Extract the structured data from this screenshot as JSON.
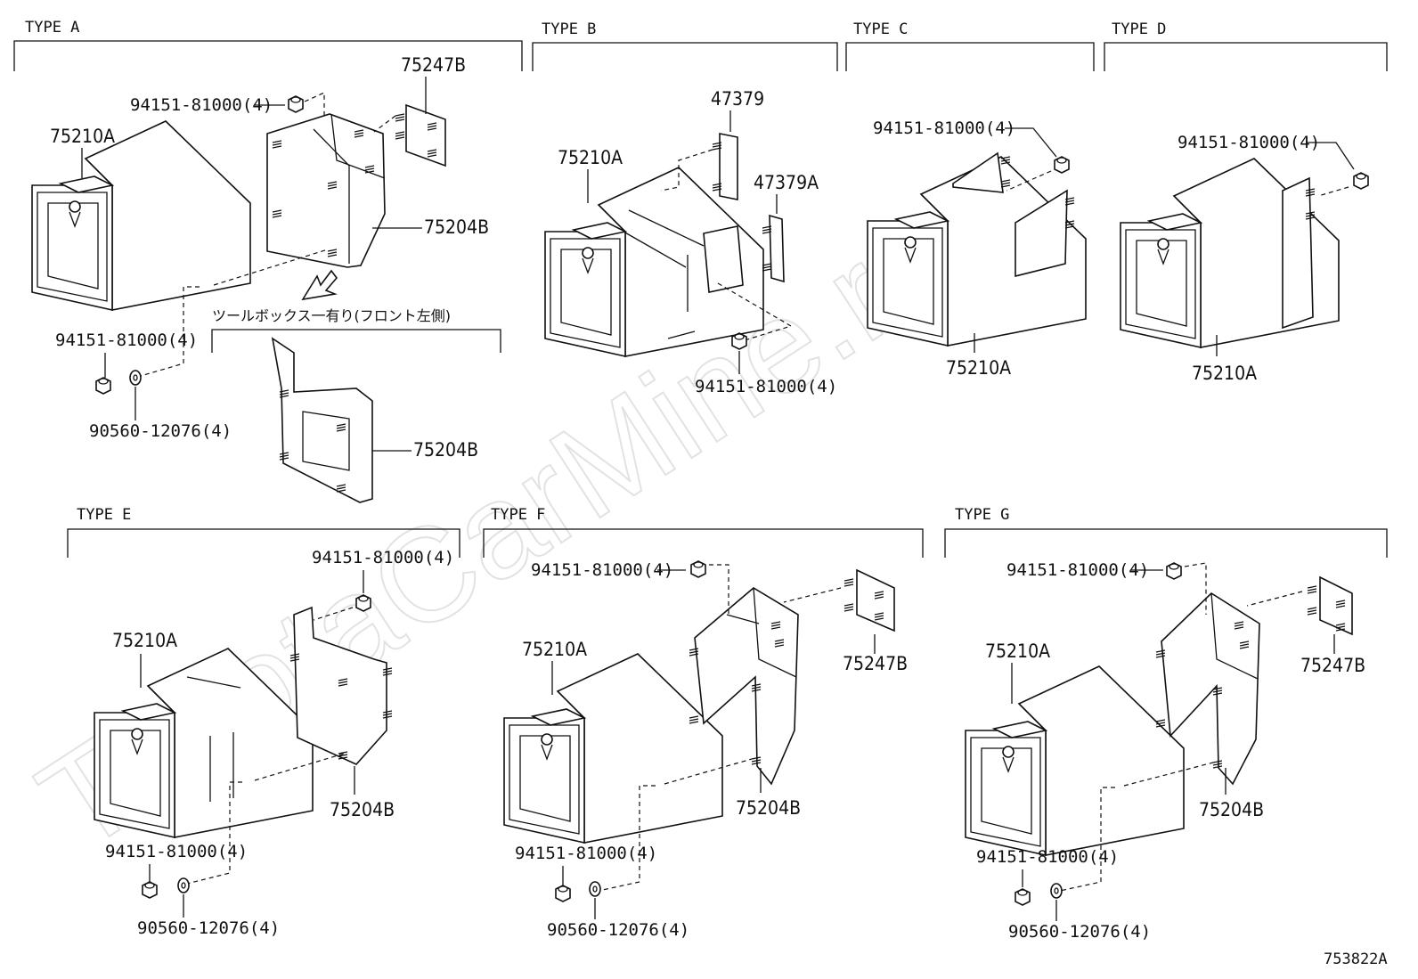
{
  "watermark": "ToyotaCarMine.ru",
  "figure_id": "753822A",
  "types": [
    {
      "label": "TYPE  A"
    },
    {
      "label": "TYPE  B"
    },
    {
      "label": "TYPE  C"
    },
    {
      "label": "TYPE  D"
    },
    {
      "label": "TYPE  E"
    },
    {
      "label": "TYPE  F"
    },
    {
      "label": "TYPE  G"
    }
  ],
  "note_jp": "ツールボックス一有り(フロント左側)",
  "parts": {
    "a_nut_top": "94151-81000(4)",
    "a_plate": "75247B",
    "a_box": "75210A",
    "a_bracket": "75204B",
    "a_nut_bottom": "94151-81000(4)",
    "a_washer": "90560-12076(4)",
    "a_bracket_alt": "75204B",
    "b_p1": "47379",
    "b_p2": "47379A",
    "b_box": "75210A",
    "b_nut": "94151-81000(4)",
    "c_nut": "94151-81000(4)",
    "c_box": "75210A",
    "d_nut": "94151-81000(4)",
    "d_box": "75210A",
    "e_nut_top": "94151-81000(4)",
    "e_box": "75210A",
    "e_bracket": "75204B",
    "e_nut_bottom": "94151-81000(4)",
    "e_washer": "90560-12076(4)",
    "f_nut_top": "94151-81000(4)",
    "f_box": "75210A",
    "f_plate": "75247B",
    "f_bracket": "75204B",
    "f_nut_bottom": "94151-81000(4)",
    "f_washer": "90560-12076(4)",
    "g_nut_top": "94151-81000(4)",
    "g_box": "75210A",
    "g_plate": "75247B",
    "g_bracket": "75204B",
    "g_nut_bottom": "94151-81000(4)",
    "g_washer": "90560-12076(4)"
  }
}
